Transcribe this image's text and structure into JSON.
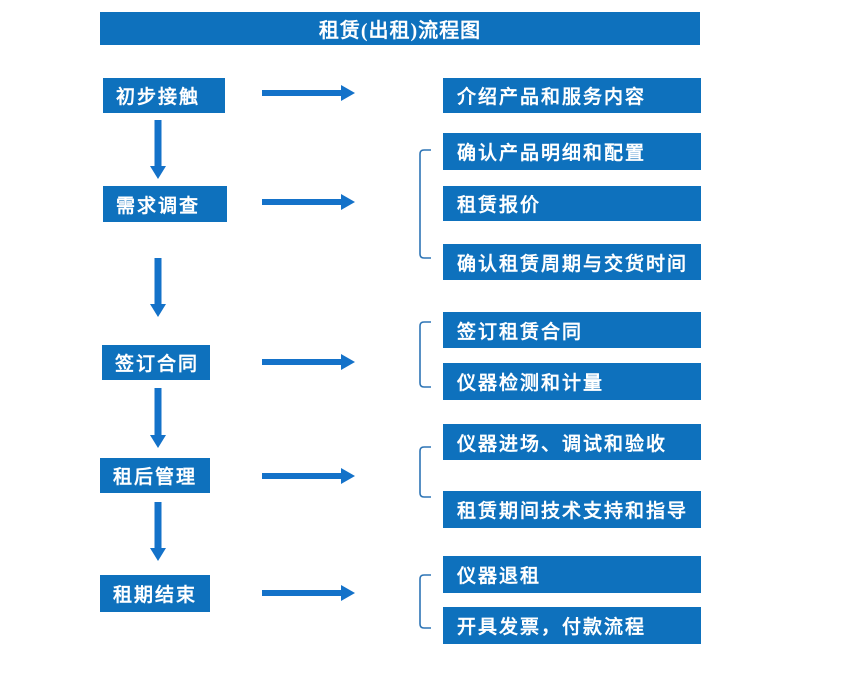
{
  "diagram": {
    "title": "租赁(出租)流程图"
  },
  "stages": [
    {
      "label": "初步接触",
      "details": [
        "介绍产品和服务内容"
      ]
    },
    {
      "label": "需求调查",
      "details": [
        "确认产品明细和配置",
        "租赁报价",
        "确认租赁周期与交货时间"
      ]
    },
    {
      "label": "签订合同",
      "details": [
        "签订租赁合同",
        "仪器检测和计量"
      ]
    },
    {
      "label": "租后管理",
      "details": [
        "仪器进场、调试和验收",
        "租赁期间技术支持和指导"
      ]
    },
    {
      "label": "租期结束",
      "details": [
        "仪器退租",
        "开具发票，付款流程"
      ]
    }
  ],
  "colors": {
    "box_blue": "#0e71bd",
    "arrow_blue": "#1472c9",
    "bracket_blue": "#2e75b6",
    "text": "#ffffff",
    "background": "#ffffff"
  }
}
